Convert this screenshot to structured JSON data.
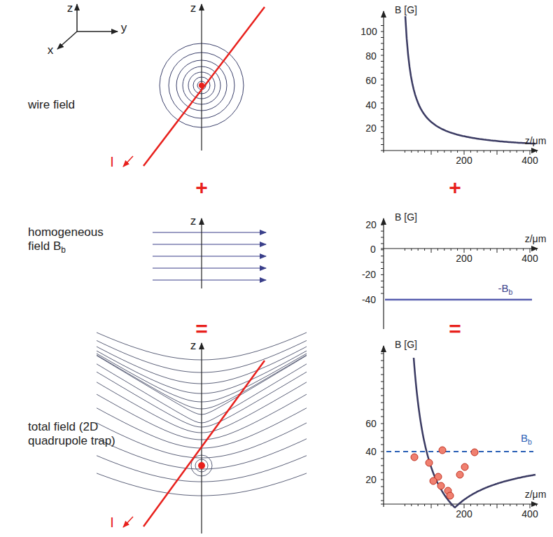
{
  "diagram": {
    "labels": [
      "z",
      "y",
      "x",
      "z",
      "I",
      "wire field",
      "B [G]",
      "100",
      "80",
      "60",
      "40",
      "20",
      "200",
      "400",
      "z/μm",
      "+",
      "+",
      "z",
      "homogeneous field B",
      "b",
      "B [G]",
      "20",
      "0",
      "-20",
      "-40",
      "200",
      "400",
      "z/μm",
      "-B",
      "b",
      "=",
      "=",
      "z",
      "I",
      "total field (2D quadrupole trap)",
      "B [G]",
      "60",
      "40",
      "20",
      "200",
      "400",
      "z/μm",
      "B",
      "b"
    ]
  }
}
